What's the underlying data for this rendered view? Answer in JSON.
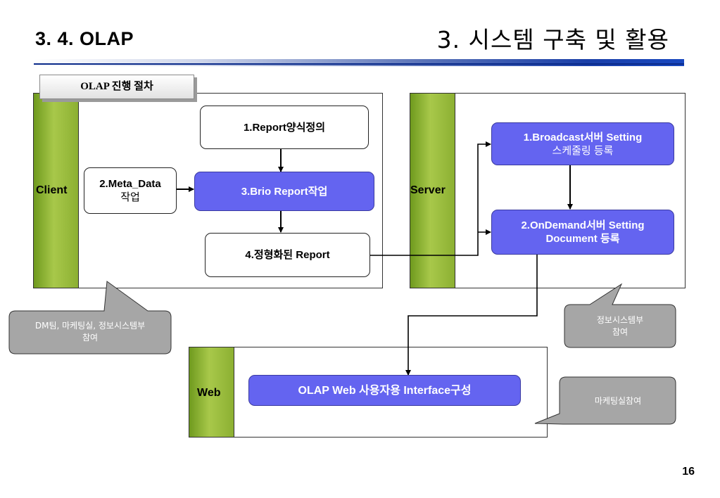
{
  "header": {
    "section_title": "3. 4. OLAP",
    "chapter_title": "3. 시스템 구축 및 활용"
  },
  "tag_label": "OLAP 진행 절차",
  "client": {
    "label": "Client",
    "report_form": "1.Report양식정의",
    "meta_data_line1": "2.Meta_Data",
    "meta_data_line2": "작업",
    "brio_report": "3.Brio Report작업",
    "fixed_report": "4.정형화된 Report"
  },
  "server": {
    "label": "Server",
    "broadcast_line1": "1.Broadcast서버 Setting",
    "broadcast_line2": "스케줄링 등록",
    "ondemand_line1": "2.OnDemand서버 Setting",
    "ondemand_line2": "Document 등록"
  },
  "web": {
    "label": "Web",
    "interface": "OLAP Web 사용자용 Interface구성"
  },
  "callouts": {
    "client_line1": "DM팀, 마케팅실, 정보시스템부",
    "client_line2": "참여",
    "server_line1": "정보시스템부",
    "server_line2": "참여",
    "web": "마케팅실참여"
  },
  "colors": {
    "process_blue": "#6464f0",
    "bar_green": "#a8c84a",
    "callout_gray": "#a6a6a6"
  },
  "page_number": "16"
}
